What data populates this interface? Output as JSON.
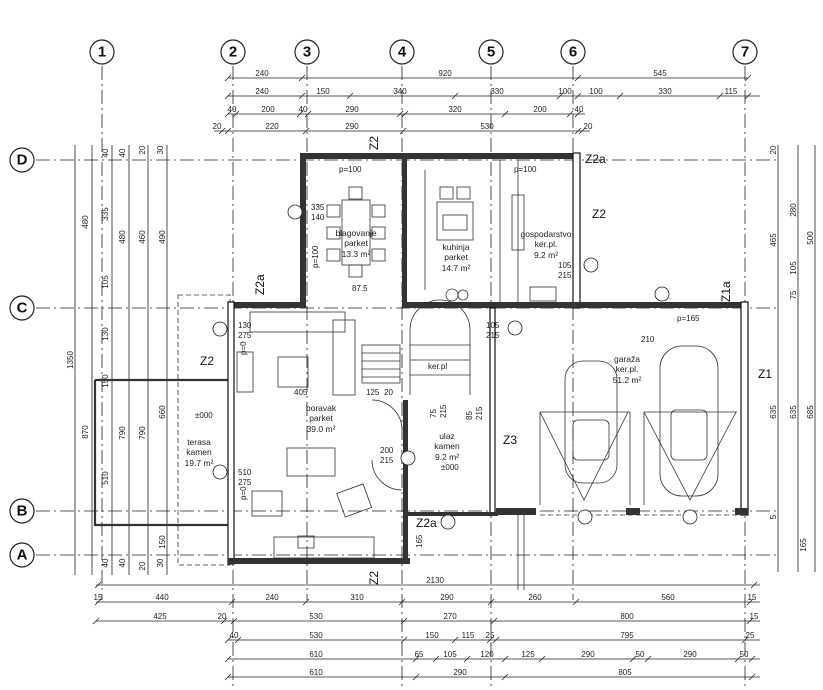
{
  "grid": {
    "columns": [
      "1",
      "2",
      "3",
      "4",
      "5",
      "6",
      "7"
    ],
    "rows": [
      "D",
      "C",
      "B",
      "A"
    ]
  },
  "dimensions": {
    "top": [
      [
        "240",
        "920",
        "545"
      ],
      [
        "240",
        "150",
        "340",
        "330",
        "100",
        "100",
        "330",
        "115"
      ],
      [
        "40",
        "200",
        "40",
        "290",
        "320",
        "200",
        "40"
      ],
      [
        "20",
        "220",
        "290",
        "530",
        "20"
      ]
    ],
    "bottom": [
      [
        "2130"
      ],
      [
        "15",
        "440",
        "240",
        "310",
        "290",
        "260",
        "560",
        "15"
      ],
      [
        "425",
        "20",
        "530",
        "270",
        "800",
        "15"
      ],
      [
        "40",
        "530",
        "150",
        "115",
        "25",
        "795",
        "25"
      ],
      [
        "610",
        "65",
        "105",
        "120",
        "125",
        "290",
        "50",
        "290",
        "50"
      ],
      [
        "610",
        "290",
        "805"
      ]
    ],
    "left": [
      "1350",
      "480",
      "870",
      "335",
      "105",
      "130",
      "150",
      "510",
      "480",
      "790",
      "460",
      "790",
      "490",
      "660",
      "150",
      "40",
      "40",
      "20",
      "30",
      "40",
      "40",
      "20",
      "30"
    ],
    "right": [
      "465",
      "280",
      "500",
      "105",
      "75",
      "635",
      "635",
      "685",
      "165",
      "20",
      "5"
    ]
  },
  "rooms": [
    {
      "name": "blagovanje",
      "floor": "parket",
      "area": "13.3 m²"
    },
    {
      "name": "kuhinja",
      "floor": "parket",
      "area": "14.7 m²"
    },
    {
      "name": "gospodarstvo",
      "floor": "ker.pl.",
      "area": "9.2 m²"
    },
    {
      "name": "boravak",
      "floor": "parket",
      "area": "39.0 m²"
    },
    {
      "name": "ulaz",
      "floor": "kamen",
      "area": "9.2 m²"
    },
    {
      "name": "garaža",
      "floor": "ker.pl.",
      "area": "51.2 m²"
    },
    {
      "name": "terasa",
      "floor": "kamen",
      "area": "19.7 m²"
    }
  ],
  "wall_tags": {
    "z2_top": "Z2",
    "z2a_top": "Z2a",
    "z2_right_upper": "Z2",
    "z2a_left": "Z2a",
    "z2_terrace": "Z2",
    "z1a": "Z1a",
    "z1": "Z1",
    "z3": "Z3",
    "z2a_bottom": "Z2a",
    "z2_bottom": "Z2"
  },
  "annotations": {
    "p100_a": "p=100",
    "p100_b": "p=100",
    "p100_vert": "p=100",
    "p165": "p=165",
    "p0_a": "p=0",
    "p0_b": "p=0",
    "level_terrace": "±000",
    "level_entry": "±000",
    "level_dining": "87.5",
    "level_garage": "210",
    "win_dining_a": "335",
    "win_dining_b": "140",
    "win_living_a": "130",
    "win_living_b": "275",
    "win_living2_a": "510",
    "win_living2_b": "275",
    "door_living_a": "200",
    "door_living_b": "215",
    "door_util_a": "105",
    "door_util_b": "215",
    "door_entry_a": "105",
    "door_entry_b": "215",
    "door_hall_a": "75",
    "door_hall_b": "215",
    "door_hall2_a": "85",
    "door_hall2_b": "215",
    "sofa_dim": "405",
    "stair_a": "125",
    "stair_b": "20",
    "bottom_165": "165",
    "watermark": "ker.pl"
  }
}
